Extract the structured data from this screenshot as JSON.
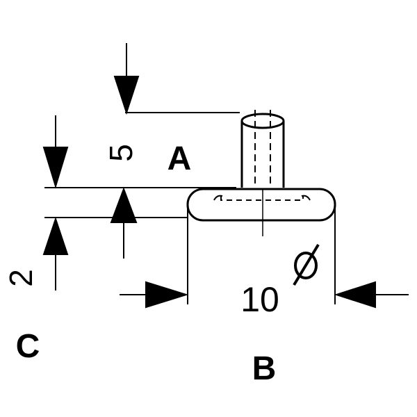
{
  "drawing": {
    "dimensions": {
      "height_value": "5",
      "thickness_value": "2",
      "diameter_value": "10",
      "diameter_symbol": "ø"
    },
    "labels": {
      "a": "A",
      "b": "B",
      "c": "C"
    },
    "colors": {
      "line": "#000000",
      "background": "#ffffff"
    }
  }
}
